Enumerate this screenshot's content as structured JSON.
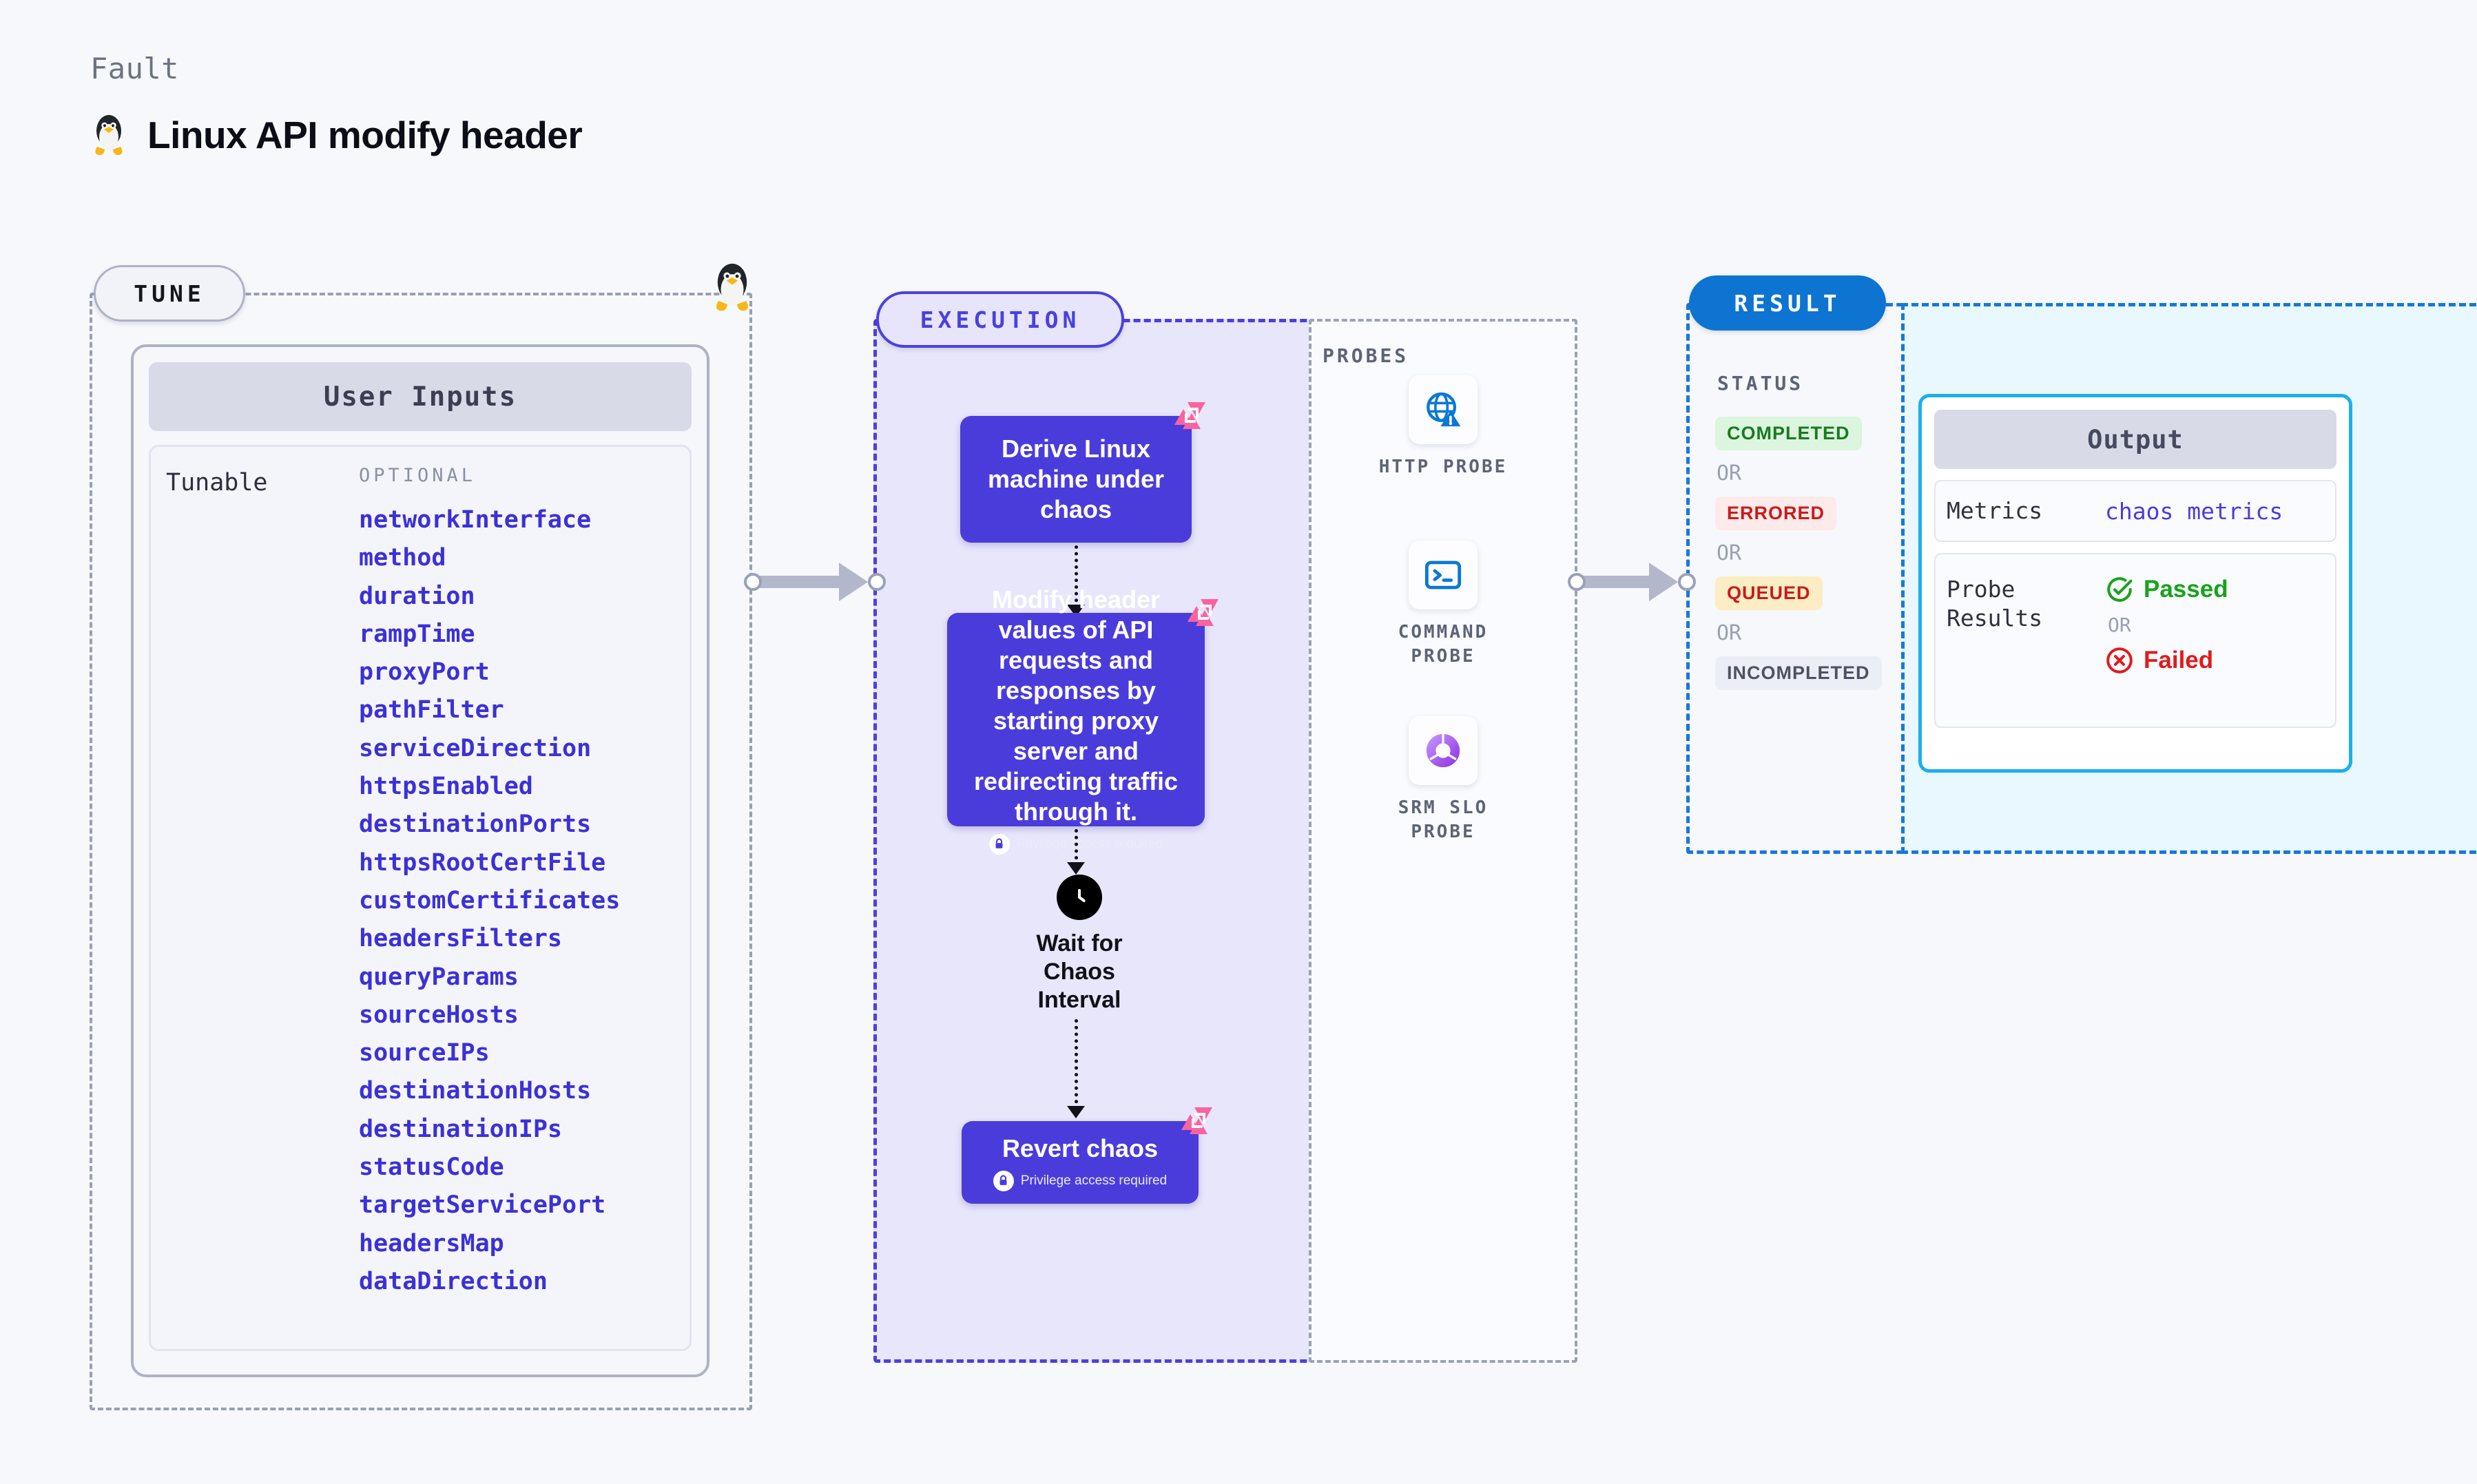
{
  "header": {
    "kicker": "Fault",
    "title": "Linux API modify header",
    "icon": "linux-tux-penguin-icon"
  },
  "tune": {
    "pill_label": "TUNE",
    "card_title": "User Inputs",
    "tunable_label": "Tunable",
    "optional_label": "OPTIONAL",
    "tunables": [
      "networkInterface",
      "method",
      "duration",
      "rampTime",
      "proxyPort",
      "pathFilter",
      "serviceDirection",
      "httpsEnabled",
      "destinationPorts",
      "httpsRootCertFile",
      "customCertificates",
      "headersFilters",
      "queryParams",
      "sourceHosts",
      "sourceIPs",
      "destinationHosts",
      "destinationIPs",
      "statusCode",
      "targetServicePort",
      "headersMap",
      "dataDirection"
    ]
  },
  "execution": {
    "pill_label": "EXECUTION",
    "privilege_note": "Privilege access required",
    "nodes": {
      "derive": "Derive Linux machine under chaos",
      "modify": "Modify header values of API requests and responses by starting proxy server and redirecting traffic through it.",
      "wait": "Wait for Chaos Interval",
      "revert": "Revert chaos"
    }
  },
  "probes": {
    "title": "PROBES",
    "items": [
      {
        "label": "HTTP PROBE",
        "icon": "globe-warning-icon"
      },
      {
        "label": "COMMAND PROBE",
        "icon": "terminal-icon"
      },
      {
        "label": "SRM SLO PROBE",
        "icon": "slo-donut-check-icon"
      }
    ]
  },
  "result": {
    "pill_label": "RESULT",
    "status_title": "STATUS",
    "or_label": "OR",
    "statuses": [
      "COMPLETED",
      "ERRORED",
      "QUEUED",
      "INCOMPLETED"
    ]
  },
  "output": {
    "card_title": "Output",
    "metrics_key": "Metrics",
    "metrics_value": "chaos metrics",
    "probe_results_key": "Probe Results",
    "passed_label": "Passed",
    "failed_label": "Failed",
    "or_label": "OR"
  },
  "colors": {
    "execution_purple": "#4a3cdb",
    "execution_bg": "#e7e6fb",
    "result_blue": "#0d74d1",
    "output_border": "#1bb0ea",
    "output_bg": "#e9f8fe",
    "tunable_text": "#3c30d8",
    "fault_badge_pink": "#f9639f",
    "passed_green": "#16a31b",
    "failed_red": "#e01b1b",
    "queued_amber": "#fcedc4"
  }
}
